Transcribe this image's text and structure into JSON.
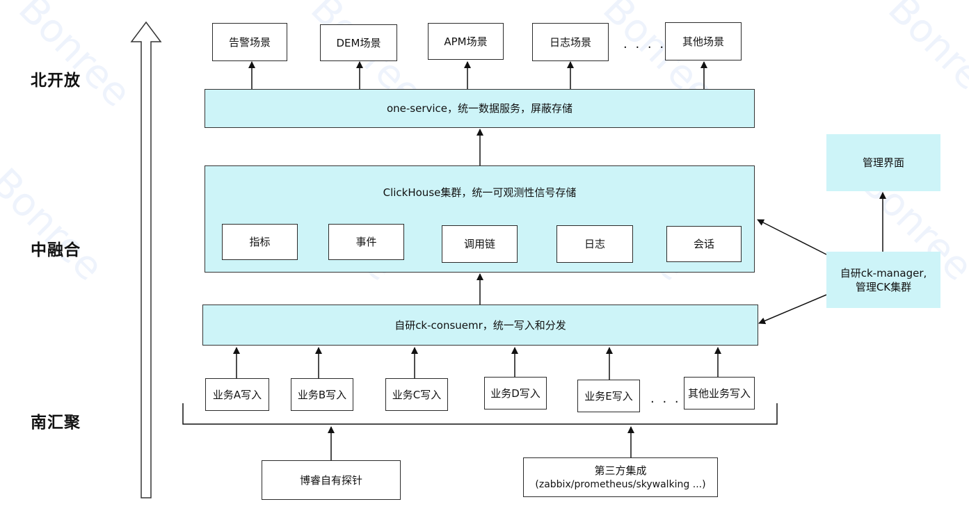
{
  "tiers": {
    "north": "北开放",
    "middle": "中融合",
    "south": "南汇聚"
  },
  "scenarios": {
    "alert": "告警场景",
    "dem": "DEM场景",
    "apm": "APM场景",
    "log": "日志场景",
    "ellipsis": "· · · ·",
    "other": "其他场景"
  },
  "service": "one-service，统一数据服务，屏蔽存储",
  "clickhouse": {
    "title": "ClickHouse集群，统一可观测性信号存储",
    "signals": {
      "metrics": "指标",
      "events": "事件",
      "traces": "调用链",
      "logs": "日志",
      "sessions": "会话"
    }
  },
  "consumer": "自研ck-consuemr，统一写入和分发",
  "manager": {
    "line1": "自研ck-manager,",
    "line2": "管理CK集群"
  },
  "admin_ui": "管理界面",
  "writes": {
    "a": "业务A写入",
    "b": "业务B写入",
    "c": "业务C写入",
    "d": "业务D写入",
    "e": "业务E写入",
    "ellipsis": "· · · ·",
    "other": "其他业务写入"
  },
  "sources": {
    "probe": "博睿自有探针",
    "third_party_line1": "第三方集成",
    "third_party_line2": "(zabbix/prometheus/skywalking ...)"
  },
  "watermark": "Bonree",
  "colors": {
    "cyan_fill": "#cdf4f8",
    "stroke": "#2a2a2a"
  }
}
